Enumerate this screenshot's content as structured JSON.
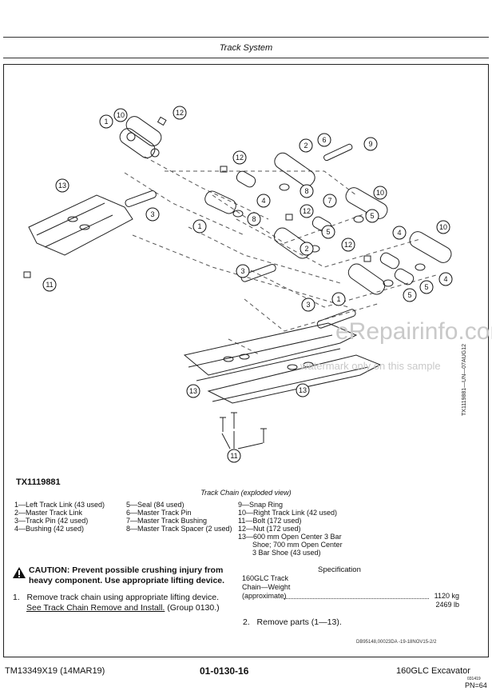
{
  "header": {
    "title": "Track System"
  },
  "figure": {
    "id_vertical": "TX1119881—UN—07AUG12",
    "code": "TX1119881",
    "caption": "Track Chain (exploded view)",
    "callouts": [
      "1",
      "2",
      "3",
      "4",
      "5",
      "6",
      "7",
      "8",
      "9",
      "10",
      "11",
      "12",
      "13"
    ]
  },
  "watermark": {
    "line1": "eRepairinfo.com",
    "line2": "watermark only on this sample"
  },
  "legend": {
    "col1": [
      "1—Left Track Link (43 used)",
      "2—Master Track Link",
      "3—Track Pin (42 used)",
      "4—Bushing (42 used)"
    ],
    "col2": [
      "5—Seal (84 used)",
      "6—Master Track Pin",
      "7—Master Track Bushing",
      "8—Master Track Spacer (2 used)"
    ],
    "col3": [
      "9—Snap Ring",
      "10—Right Track Link (42 used)",
      "11—Bolt (172 used)",
      "12—Nut (172 used)",
      "13—600 mm Open Center 3 Bar",
      "Shoe; 700 mm Open Center",
      "3 Bar Shoe (43 used)"
    ]
  },
  "caution": {
    "line1": "CAUTION: Prevent possible crushing injury from",
    "line2": "heavy component. Use appropriate lifting device."
  },
  "steps": {
    "s1_num": "1.",
    "s1_text": "Remove track chain using appropriate lifting device.",
    "s1_link": "See Track Chain Remove and Install.",
    "s1_group": "(Group 0130.)",
    "s2_num": "2.",
    "s2_text": "Remove parts (1—13)."
  },
  "spec": {
    "heading": "Specification",
    "item_l1": "160GLC Track",
    "item_l2": "Chain—Weight",
    "item_l3": "(approximate)",
    "value_kg": "1120 kg",
    "value_lb": "2469 lb"
  },
  "docref": "DB95148,00023DA -19-18NOV15-2/2",
  "footer": {
    "left": "TM13349X19 (14MAR19)",
    "center": "01-0130-16",
    "right": "160GLC Excavator",
    "right_small": "031419",
    "page": "PN=64"
  }
}
